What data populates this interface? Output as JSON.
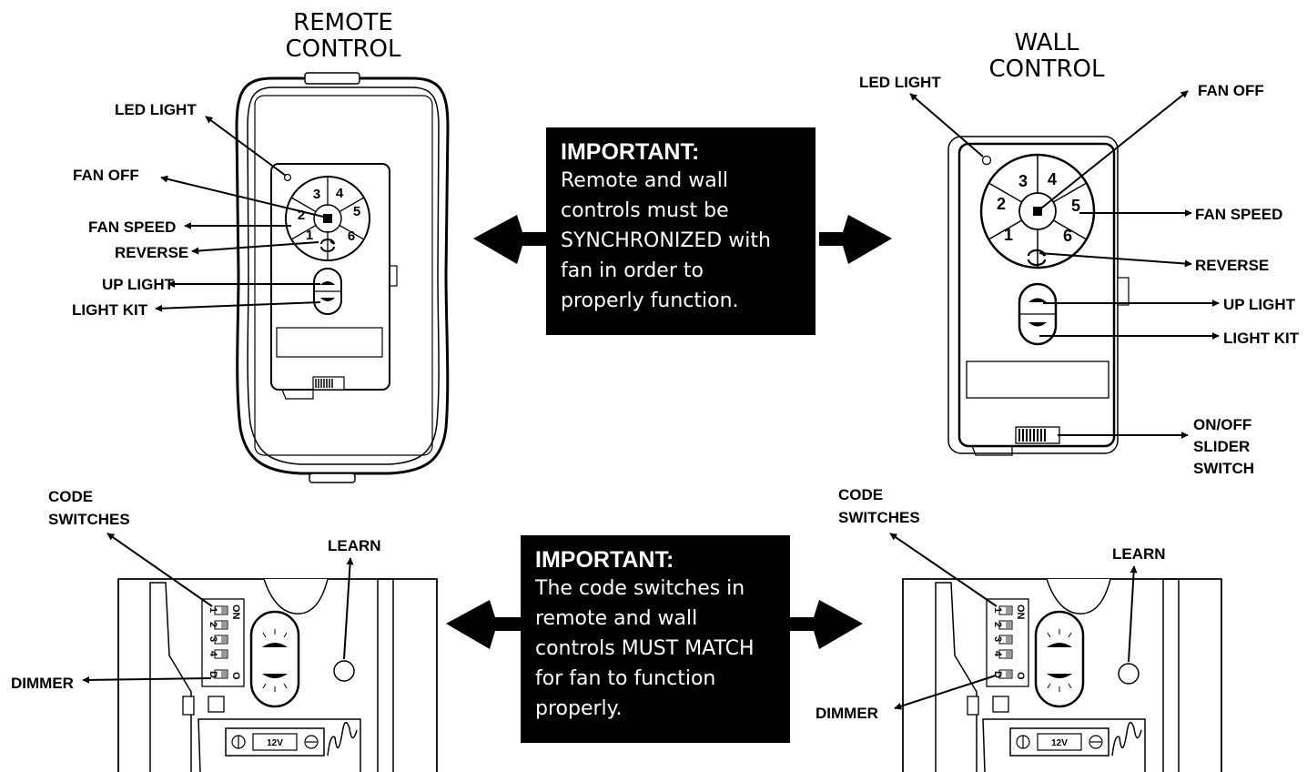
{
  "remote_control": {
    "title_line1": "REMOTE",
    "title_line2": "CONTROL",
    "labels": {
      "led_light": "LED LIGHT",
      "fan_off": "FAN OFF",
      "fan_speed": "FAN SPEED",
      "reverse": "REVERSE",
      "up_light": "UP LIGHT",
      "light_kit": "LIGHT KIT"
    },
    "speed_buttons": [
      "1",
      "2",
      "3",
      "4",
      "5",
      "6"
    ]
  },
  "wall_control": {
    "title_line1": "WALL",
    "title_line2": "CONTROL",
    "labels": {
      "led_light": "LED LIGHT",
      "fan_off": "FAN OFF",
      "fan_speed": "FAN SPEED",
      "reverse": "REVERSE",
      "up_light": "UP LIGHT",
      "light_kit": "LIGHT KIT",
      "switch_line1": "ON/OFF",
      "switch_line2": "SLIDER",
      "switch_line3": "SWITCH"
    },
    "speed_buttons": [
      "1",
      "2",
      "3",
      "4",
      "5",
      "6"
    ]
  },
  "important_sync": {
    "heading": "IMPORTANT:",
    "lines": [
      "Remote and wall",
      "controls must be",
      "SYNCHRONIZED with",
      "fan in order to",
      "properly function."
    ]
  },
  "important_code": {
    "heading": "IMPORTANT:",
    "lines": [
      "The code switches in",
      "remote and wall",
      "controls MUST MATCH",
      "for fan to function",
      "properly."
    ]
  },
  "remote_internal": {
    "code_switches_line1": "CODE",
    "code_switches_line2": "SWITCHES",
    "learn": "LEARN",
    "dimmer": "DIMMER",
    "dip_numbers": [
      "1",
      "2",
      "3",
      "4",
      "D"
    ],
    "dip_on": "ON",
    "dip_off": "O",
    "battery": "12V"
  },
  "wall_internal": {
    "code_switches_line1": "CODE",
    "code_switches_line2": "SWITCHES",
    "learn": "LEARN",
    "dimmer": "DIMMER",
    "dip_numbers": [
      "1",
      "2",
      "3",
      "4",
      "D"
    ],
    "dip_on": "ON",
    "dip_off": "O",
    "battery": "12V"
  },
  "colors": {
    "ink": "#000000",
    "paper": "#ffffff",
    "panel_grey": "#e6e6e6"
  }
}
